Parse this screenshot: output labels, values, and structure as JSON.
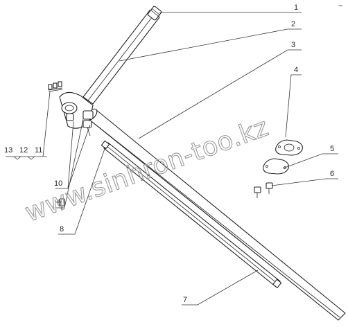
{
  "diagram": {
    "callouts": [
      {
        "id": "c1",
        "text": "1"
      },
      {
        "id": "c2",
        "text": "2"
      },
      {
        "id": "c3",
        "text": "3"
      },
      {
        "id": "c4",
        "text": "4"
      },
      {
        "id": "c5",
        "text": "5"
      },
      {
        "id": "c6",
        "text": "6"
      },
      {
        "id": "c7",
        "text": "7"
      },
      {
        "id": "c8",
        "text": "8"
      },
      {
        "id": "c9",
        "text": "9"
      },
      {
        "id": "c10",
        "text": "10"
      },
      {
        "id": "c11",
        "text": "11"
      },
      {
        "id": "c12",
        "text": "12"
      },
      {
        "id": "c13",
        "text": "13"
      }
    ],
    "watermark": "www.sinhron-too.kz",
    "corner_mark": "~"
  }
}
